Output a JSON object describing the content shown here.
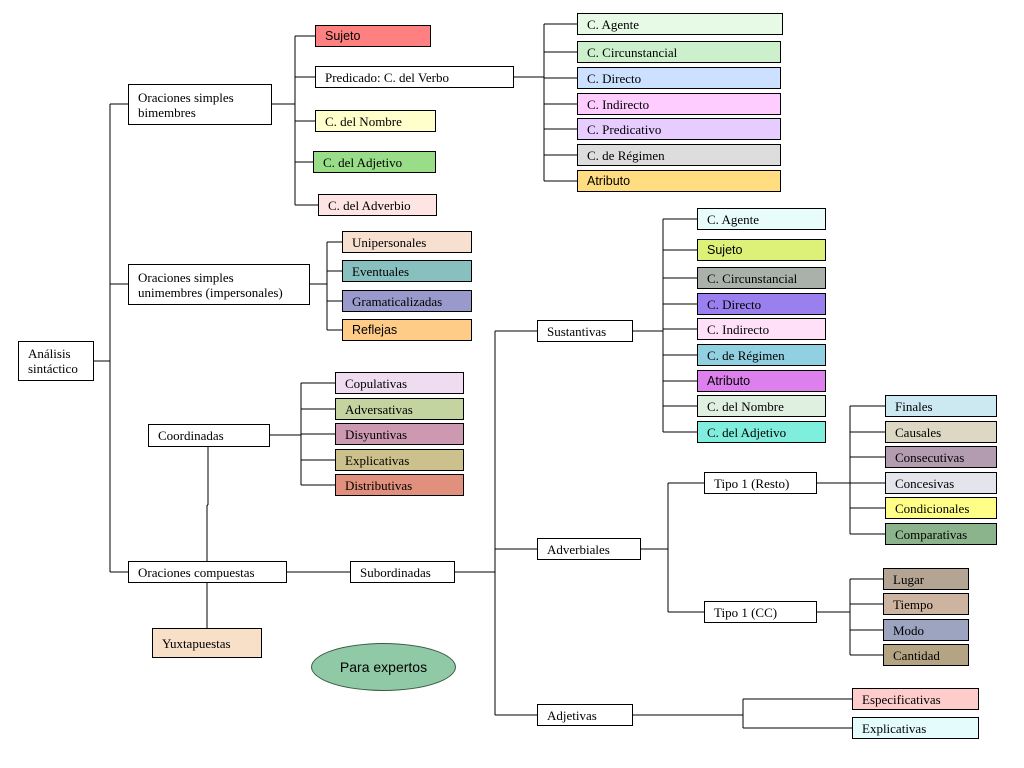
{
  "root": {
    "label": "Análisis sintáctico"
  },
  "simples_bimembres": {
    "label": "Oraciones simples bimembres",
    "sujeto": "Sujeto",
    "predicado": "Predicado: C. del Verbo",
    "c_nombre": "C. del Nombre",
    "c_adjetivo": "C. del Adjetivo",
    "c_adverbio": "C. del Adverbio"
  },
  "predicado_complementos": [
    "C. Agente",
    "C. Circunstancial",
    "C. Directo",
    "C. Indirecto",
    "C. Predicativo",
    "C. de Régimen",
    "Atributo"
  ],
  "simples_unimembres": {
    "label": "Oraciones simples unimembres (impersonales)",
    "items": [
      "Unipersonales",
      "Eventuales",
      "Gramaticalizadas",
      "Reflejas"
    ]
  },
  "coordinadas": {
    "label": "Coordinadas",
    "items": [
      "Copulativas",
      "Adversativas",
      "Disyuntivas",
      "Explicativas",
      "Distributivas"
    ]
  },
  "compuestas": {
    "label": "Oraciones compuestas"
  },
  "yuxtapuestas": {
    "label": "Yuxtapuestas"
  },
  "subordinadas": {
    "label": "Subordinadas"
  },
  "sustantivas": {
    "label": "Sustantivas",
    "items": [
      "C. Agente",
      "Sujeto",
      "C. Circunstancial",
      "C. Directo",
      "C. Indirecto",
      "C. de Régimen",
      "Atributo",
      "C. del Nombre",
      "C. del Adjetivo"
    ]
  },
  "adverbiales": {
    "label": "Adverbiales",
    "tipo1_resto": {
      "label": "Tipo 1 (Resto)",
      "items": [
        "Finales",
        "Causales",
        "Consecutivas",
        "Concesivas",
        "Condicionales",
        "Comparativas"
      ]
    },
    "tipo1_cc": {
      "label": "Tipo 1 (CC)",
      "items": [
        "Lugar",
        "Tiempo",
        "Modo",
        "Cantidad"
      ]
    }
  },
  "adjetivas": {
    "label": "Adjetivas",
    "items": [
      "Especificativas",
      "Explicativas"
    ]
  },
  "expertos_button": {
    "label": "Para expertos"
  },
  "colors": {
    "sujeto": "#ff8080",
    "c_nombre": "#ffffcc",
    "c_adjetivo": "#99dd88",
    "c_adverbio": "#ffe4e4",
    "pred_agente": "#e6fae6",
    "pred_circunstancial": "#ccf0cc",
    "pred_directo": "#cce0ff",
    "pred_indirecto": "#ffccff",
    "pred_predicativo": "#e6ccff",
    "pred_regimen": "#dddddd",
    "pred_atributo": "#ffdd80",
    "unipersonales": "#f8e0d0",
    "eventuales": "#88c0c0",
    "gramaticalizadas": "#9999cc",
    "reflejas": "#ffcc88",
    "copulativas": "#f0dcf0",
    "adversativas": "#c4d4a0",
    "disyuntivas": "#cc99b0",
    "explicativas_coord": "#ccc08c",
    "distributivas": "#e0907c",
    "yuxtapuestas": "#f8e0c8",
    "sust_agente": "#e8fcfc",
    "sust_sujeto": "#ddf078",
    "sust_circunstancial": "#aab0aa",
    "sust_directo": "#9980ee",
    "sust_indirecto": "#ffe0f8",
    "sust_regimen": "#90d0e0",
    "sust_atributo": "#dd80ee",
    "sust_nombre": "#e0f0e0",
    "sust_adjetivo": "#80eedd",
    "finales": "#cce8f0",
    "causales": "#dcd8c4",
    "consecutivas": "#b49cb0",
    "concesivas": "#e4e4ec",
    "condicionales": "#ffff88",
    "comparativas": "#8cb48c",
    "lugar": "#b4a494",
    "tiempo": "#ccb4a0",
    "modo": "#9ca4c0",
    "cantidad": "#b4a484",
    "especificativas": "#ffcccc",
    "explicativas_adj": "#e4fcfc",
    "expertos": "#8fc9a5"
  }
}
